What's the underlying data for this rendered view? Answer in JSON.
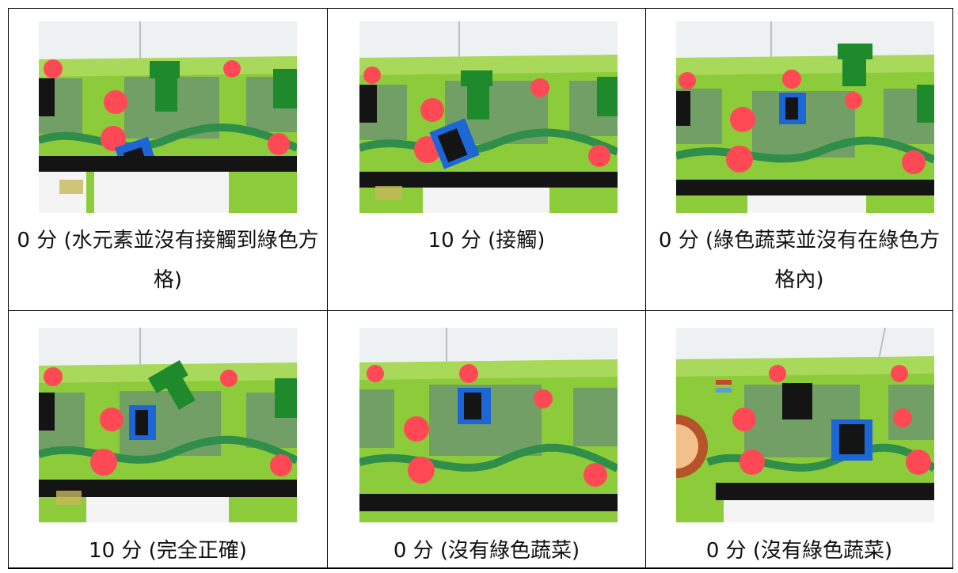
{
  "cells": [
    {
      "caption": "0 分 (水元素並沒有接觸到綠色方格)"
    },
    {
      "caption": "10 分 (接觸)"
    },
    {
      "caption": "0 分 (綠色蔬菜並沒有在綠色方格內)"
    },
    {
      "caption": "10 分 (完全正確)"
    },
    {
      "caption": "0 分 (沒有綠色蔬菜)"
    },
    {
      "caption": "0 分 (沒有綠色蔬菜)"
    }
  ],
  "colors": {
    "mat_green": "#8ccb3a",
    "mat_light": "#a9d95a",
    "square": "#6f9a6b",
    "apple": "#ff4a55",
    "vine": "#2f8f4a",
    "lego_green": "#1f8a2c",
    "water_blue": "#1d66d6",
    "black_tape": "#141414"
  }
}
